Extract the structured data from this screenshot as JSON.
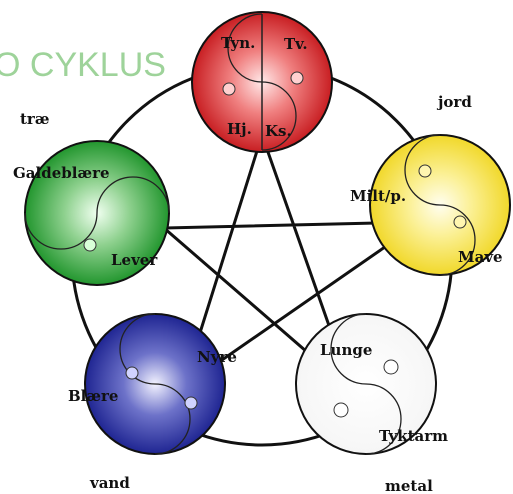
{
  "diagram": {
    "title": "O CYKLUS",
    "colors": {
      "fire": "#e2262b",
      "earth": "#f4e03a",
      "metal": "#ffffff",
      "water": "#2a2ea0",
      "wood": "#2fa43a"
    },
    "elements": {
      "wood": {
        "name": "træ",
        "yang": "Galdeblære",
        "yin": "Lever"
      },
      "fire": {
        "name": "",
        "yang_a": "Tyn.",
        "yang_b": "Tv.",
        "yin_a": "Hj.",
        "yin_b": "Ks."
      },
      "earth": {
        "name": "jord",
        "yin": "Milt/p.",
        "yang": "Mave"
      },
      "metal": {
        "name": "metal",
        "yin": "Lunge",
        "yang": "Tyktarm"
      },
      "water": {
        "name": "vand",
        "yin": "Nyre",
        "yang": "Blære"
      }
    }
  }
}
